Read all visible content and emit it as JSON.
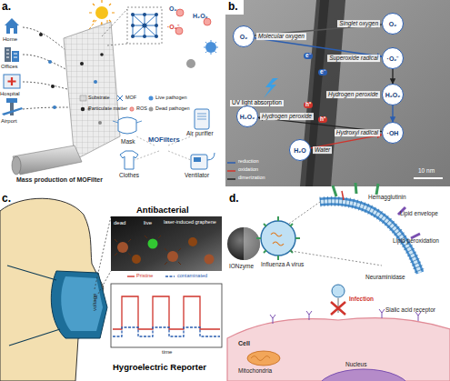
{
  "diagram": {
    "nodes": [
      {
        "text": [
          "O₂",
          "Molecular oxygen"
        ]
      },
      {
        "text": [
          "O₂",
          "Singlet oxygen"
        ]
      },
      {
        "text": [
          "·O₂⁻",
          "Superoxide radical"
        ]
      },
      {
        "text": [
          "H₂O₂",
          "Hydrogen peroxide"
        ]
      },
      {
        "text": [
          "H₂O₂",
          "Hydrogen peroxide"
        ]
      },
      {
        "text": [
          "·OH",
          "Hydroxyl radical"
        ]
      },
      {
        "text": [
          "H₂O",
          "Water"
        ]
      }
    ],
    "edges": [
      {
        "from": 0,
        "to": 1,
        "arrow": "to"
      },
      {
        "from": 0,
        "to": 2,
        "arrow": "to"
      },
      {
        "from": 2,
        "to": 4,
        "arrow": "to"
      },
      {
        "from": 4,
        "to": 5,
        "arrow": "to"
      },
      {
        "from": 6,
        "to": 5,
        "arrow": "to"
      },
      {
        "from": 5,
        "to": 3,
        "arrow": "to"
      }
    ],
    "labels": [
      "a.",
      "Home",
      "Offices",
      "Hospital",
      "Airport",
      "O₂",
      "·O₂⁻",
      "H₂O₂",
      "Mass production of MOFilter",
      "Mask",
      "MOFilters",
      "Air purifier",
      "Clothes",
      "Ventilator",
      "b.",
      "UV light absorption",
      "e⁻",
      "e⁻",
      "h⁺",
      "h⁺",
      "10 nm",
      "c.",
      "Antibacterial",
      "dead",
      "live",
      "laser-induced graphene",
      "voltage",
      "time",
      "Hygroelectric Reporter",
      "d.",
      "Hemagglutinin",
      "Lipid envelope",
      "Lipid peroxidation",
      "IONzyme",
      "Influenza A virus",
      "Neuraminidase",
      "Infection",
      "Sialic acid receptor",
      "Cell",
      "Mitochondria",
      "Nucleus"
    ],
    "legend": [
      {
        "text": "Substrate"
      },
      {
        "text": "MOF"
      },
      {
        "text": "Live pathogen"
      },
      {
        "text": "Particulate matter"
      },
      {
        "text": "ROS"
      },
      {
        "text": "Dead pathogen"
      },
      {
        "text": "reduction"
      },
      {
        "text": "oxidation"
      },
      {
        "text": "dimerization"
      },
      {
        "text": "Pristine"
      },
      {
        "text": "contaminated"
      }
    ]
  }
}
